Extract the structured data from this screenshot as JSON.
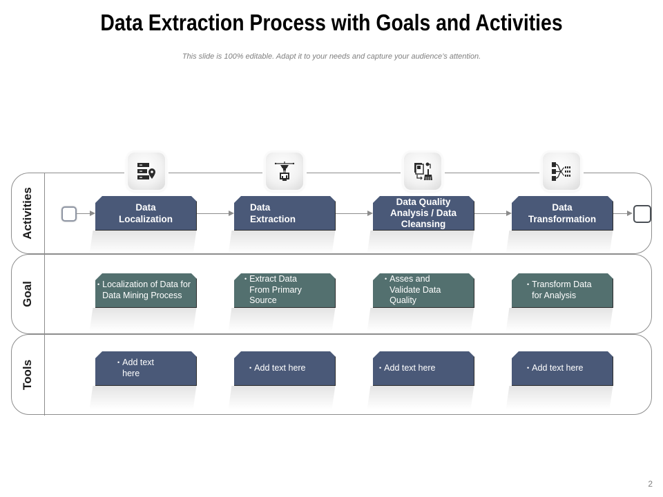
{
  "header": {
    "title": "Data Extraction Process with Goals and Activities",
    "subtitle": "This slide is 100% editable. Adapt it to your needs and capture your audience’s attention."
  },
  "lanes": [
    {
      "label": "Activities"
    },
    {
      "label": "Goal"
    },
    {
      "label": "Tools"
    }
  ],
  "colors": {
    "activity_box": "#4a5978",
    "goal_box": "#53706f",
    "tools_box": "#4a5978",
    "lane_border": "#8c8c8c"
  },
  "steps": [
    {
      "icon": "server-location-icon",
      "activity": "Data Localization",
      "goal": "Localization of Data for Data Mining Process",
      "tool": "Add text here"
    },
    {
      "icon": "drone-monitor-extraction-icon",
      "activity": "Data Extraction",
      "goal": "Extract Data From Primary Source",
      "tool": "Add text here"
    },
    {
      "icon": "documents-cleansing-brush-icon",
      "activity": "Data Quality Analysis  / Data Cleansing",
      "goal": "Asses and Validate Data Quality",
      "tool": "Add text here"
    },
    {
      "icon": "data-transformation-network-icon",
      "activity": "Data Transformation",
      "goal": "Transform  Data for Analysis",
      "tool": "Add text here"
    }
  ],
  "page_number": "2"
}
